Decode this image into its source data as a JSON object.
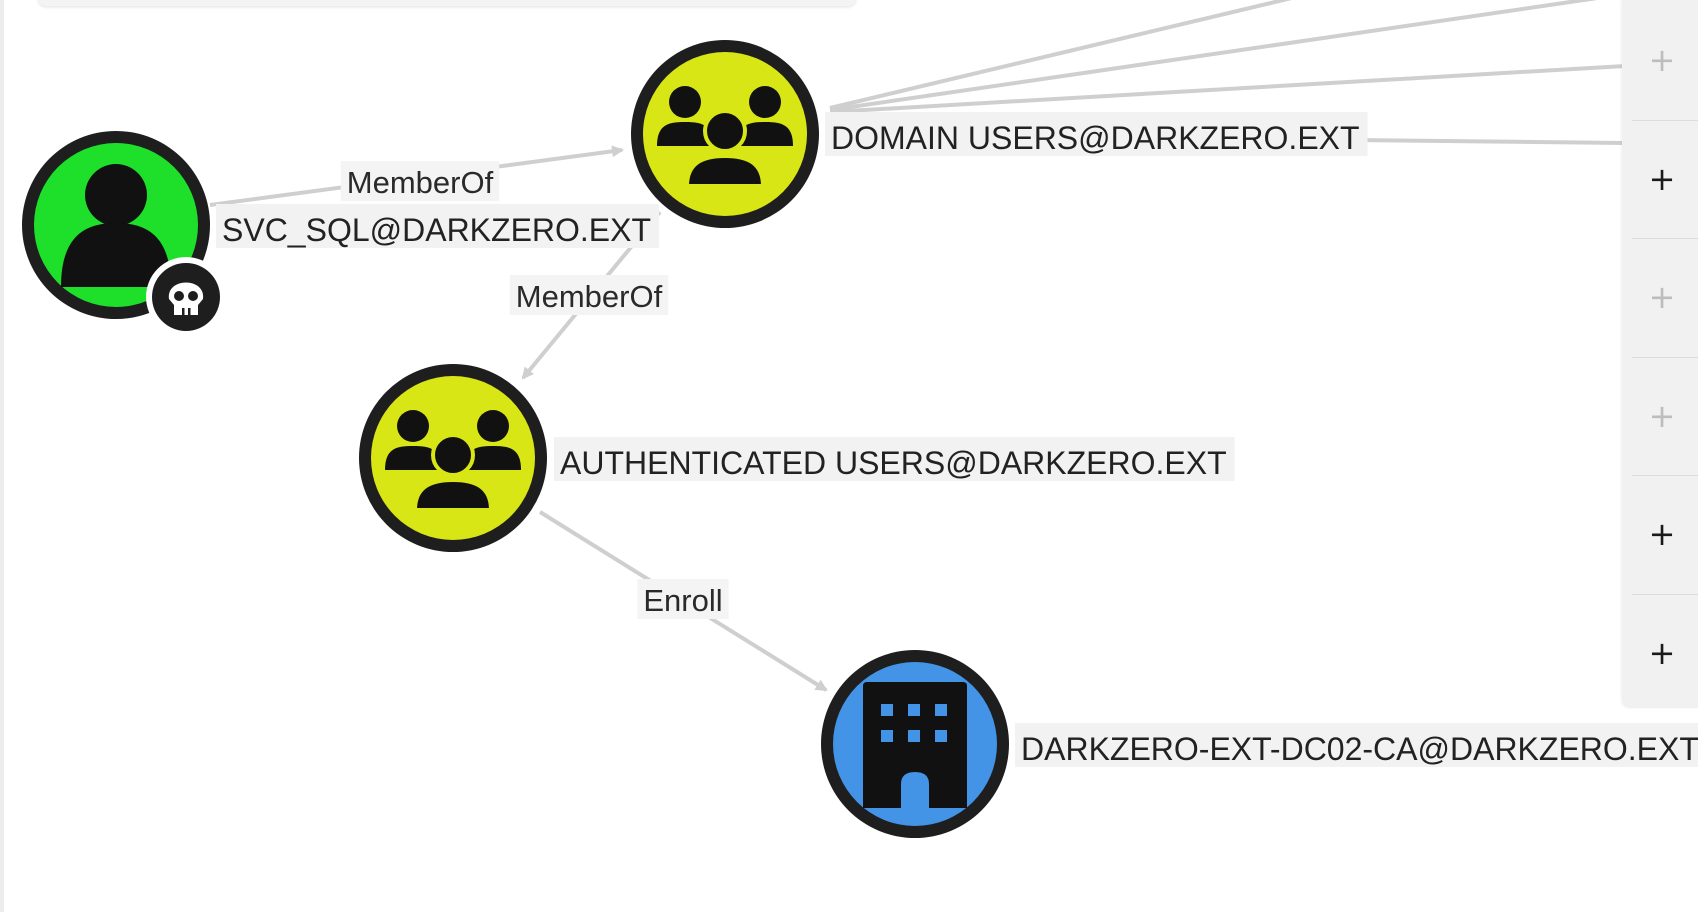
{
  "graph": {
    "nodes": [
      {
        "id": "svc_sql",
        "label": "SVC_SQL@DARKZERO.EXT",
        "kind": "user",
        "color": "#1ee02b",
        "badge": "skull-icon"
      },
      {
        "id": "domain_users",
        "label": "DOMAIN USERS@DARKZERO.EXT",
        "kind": "group",
        "color": "#d9e616"
      },
      {
        "id": "auth_users",
        "label": "AUTHENTICATED USERS@DARKZERO.EXT",
        "kind": "group",
        "color": "#d9e616"
      },
      {
        "id": "ca",
        "label": "DARKZERO-EXT-DC02-CA@DARKZERO.EXT",
        "kind": "enterprise-ca",
        "color": "#4393e6"
      }
    ],
    "edges": [
      {
        "from": "svc_sql",
        "to": "domain_users",
        "label": "MemberOf"
      },
      {
        "from": "domain_users",
        "to": "auth_users",
        "label": "MemberOf"
      },
      {
        "from": "auth_users",
        "to": "ca",
        "label": "Enroll"
      }
    ]
  },
  "rail": {
    "buttons": [
      {
        "icon": "plus-icon",
        "label": "+",
        "enabled": false
      },
      {
        "icon": "plus-icon",
        "label": "+",
        "enabled": true
      },
      {
        "icon": "plus-icon",
        "label": "+",
        "enabled": false
      },
      {
        "icon": "plus-icon",
        "label": "+",
        "enabled": false
      },
      {
        "icon": "plus-icon",
        "label": "+",
        "enabled": true
      },
      {
        "icon": "plus-icon",
        "label": "+",
        "enabled": true
      }
    ]
  },
  "colors": {
    "node_border": "#1e1e1e",
    "edge": "#cfcfcf",
    "label_bg": "#f2f2f2"
  }
}
